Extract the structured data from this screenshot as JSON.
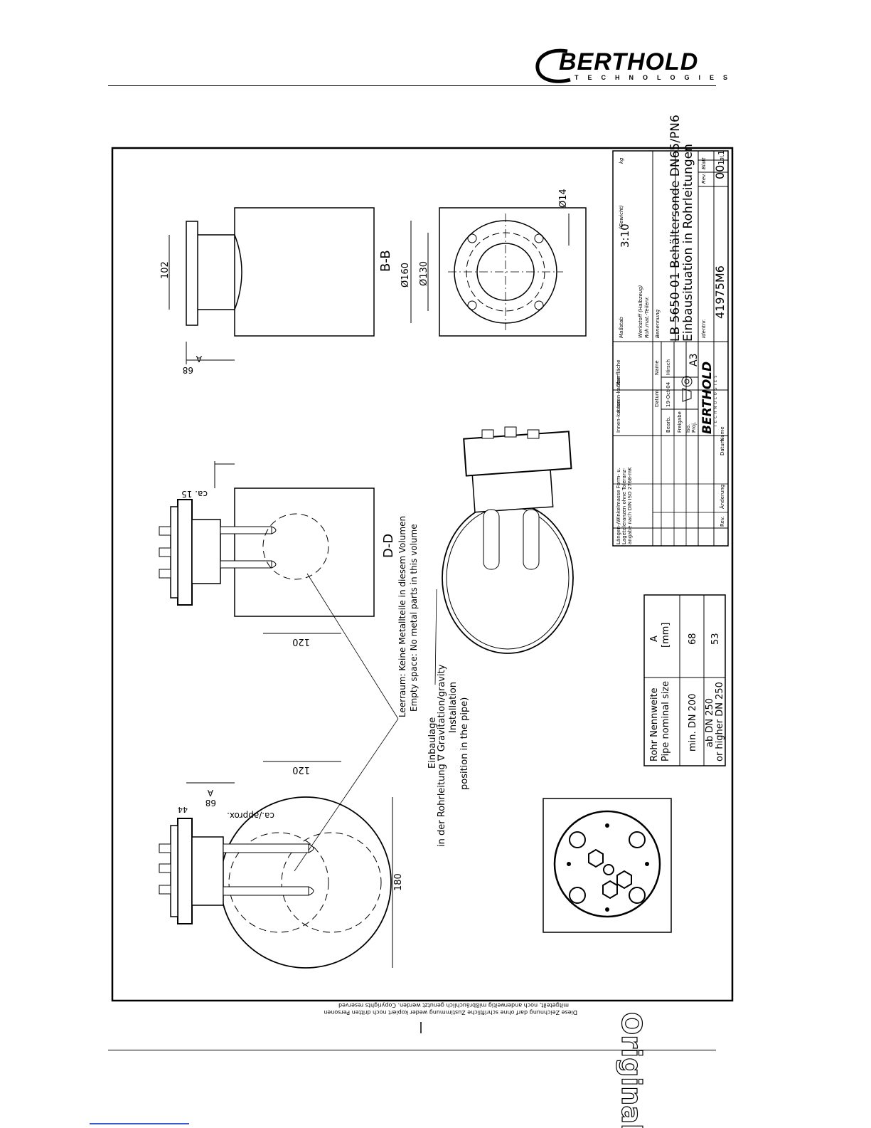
{
  "header": {
    "brand_word": "BERTHOLD",
    "brand_sub": "TECHNOLOGIES"
  },
  "drawing": {
    "views": {
      "bb_label": "B-B",
      "dd_label": "D-D"
    },
    "dimensions": {
      "d102": "102",
      "a_label": "A",
      "d68": "68",
      "d160": "Ø160",
      "d130": "Ø130",
      "d14": "Ø14",
      "ca15": "ca. 15",
      "d120": "120",
      "d180": "180",
      "d44": "44",
      "ca_approx": "ca./approx."
    },
    "notes": {
      "empty_de": "Leerraum: Keine Metallteile in diesem Volumen",
      "empty_en": "Empty space: No metal parts in this volume",
      "inst_de_1": "Einbaulage",
      "inst_de_2": "in der Rohrleitung ∇ Gravitation/gravity",
      "inst_en_1": "Installation",
      "inst_en_2": "position in the pipe)",
      "copyright_1": "Diese Zeichnung darf ohne schriftliche Zustimmung weder kopiert noch dritten Personen",
      "copyright_2": "mitgeteilt, noch anderweitig mißbräuchlich genutzt werden. Copyrights reserved"
    },
    "table": {
      "header": [
        "Rohr Nennweite / Pipe nominal size",
        "A [mm]"
      ],
      "col1_head_1": "Rohr Nennweite",
      "col1_head_2": "Pipe nominal size",
      "col2_head_1": "A",
      "col2_head_2": "[mm]",
      "row1_size": "min. DN 200",
      "row1_a": "68",
      "row2_size_1": "ab DN 250",
      "row2_size_2": "or higher DN 250",
      "row2_a": "53"
    },
    "title_block": {
      "scale_label": "Maßstab",
      "scale": "3:10",
      "weight_label": "(Gewicht)",
      "weight_unit": "kg",
      "material_label": "Werkstoff (Halbzeug)",
      "raw_label": "Roh.mat.-Teilenr.",
      "name_label": "Benennung",
      "title_1": "LB 5650-01 Behältersonde DN65/PN6",
      "title_2": "Einbausituation in Rohrleitungen",
      "ident_label": "Identnr.",
      "ident": "41975M6",
      "rev_label": "Rev.",
      "rev": "00",
      "sheet_label": "Blatt",
      "sheet": "1",
      "sheets": "1",
      "sheets_label": "Bl.",
      "format": "A3",
      "date_label": "Datum",
      "name_col_label": "Name",
      "bearb_label": "Bearb.",
      "freigabe_label": "Freigabe",
      "date": "19-Oct-04",
      "drafter": "Hirsch",
      "iso_label": "Iso.",
      "proj_label": "Proj.",
      "tol_1": "Längen-/Winkelmasse Form- u.",
      "tol_2": "Lagetoleranzen ohne Toleranz-",
      "tol_3": "angabe nach DIN ISO 2768-mK",
      "inner_edges": "Innen-kanten",
      "outer_edges": "Aussen-kanten",
      "surface": "Oberfläche",
      "aenderung": "Änderung",
      "brand": "BERTHOLD",
      "brand_sub": "TECHNOLOGIES"
    },
    "stamp": "Original"
  },
  "colors": {
    "ink": "#000000",
    "footer_link": "#3b5bd6"
  }
}
